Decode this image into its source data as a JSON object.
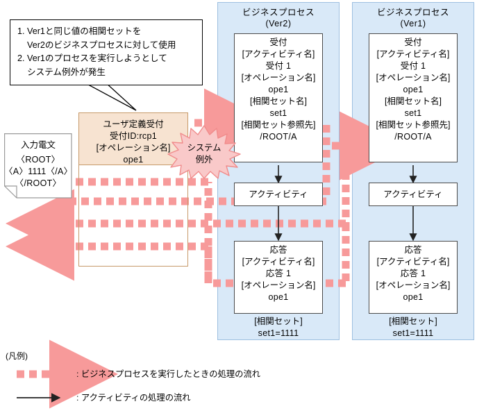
{
  "callout": {
    "name": "annotation-callout",
    "lines": [
      "1. Ver1と同じ値の相関セットを",
      "Ver2のビジネスプロセスに対して使用",
      "2. Ver1のプロセスを実行しようとして",
      "システム例外が発生"
    ]
  },
  "input_document": {
    "title": "入力電文",
    "lines": [
      "〈ROOT〉",
      "〈A〉1111〈/A〉",
      "〈/ROOT〉"
    ]
  },
  "user_defined": {
    "title": "ユーザ定義受付",
    "lines": [
      "受付ID:rcp1",
      "[オペレーション名]",
      "ope1"
    ]
  },
  "exception": {
    "label_line1": "システム",
    "label_line2": "例外",
    "fill": "#f9c9c9",
    "stroke": "#f08b8b"
  },
  "panels": [
    {
      "id": "ver2",
      "title_line1": "ビジネスプロセス",
      "title_line2": "(Ver2)",
      "reception": {
        "title": "受付",
        "lines": [
          "[アクティビティ名]",
          "受付 1",
          "[オペレーション名]",
          "ope1",
          "[相関セット名]",
          "set1",
          "[相関セット参照先]",
          "/ROOT/A"
        ]
      },
      "activity": {
        "title": "アクティビティ"
      },
      "response": {
        "title": "応答",
        "lines": [
          "[アクティビティ名]",
          "応答 1",
          "[オペレーション名]",
          "ope1"
        ]
      },
      "correlation": {
        "label": "[相関セット]",
        "value": "set1=1111"
      }
    },
    {
      "id": "ver1",
      "title_line1": "ビジネスプロセス",
      "title_line2": "(Ver1)",
      "reception": {
        "title": "受付",
        "lines": [
          "[アクティビティ名]",
          "受付 1",
          "[オペレーション名]",
          "ope1",
          "[相関セット名]",
          "set1",
          "[相関セット参照先]",
          "/ROOT/A"
        ]
      },
      "activity": {
        "title": "アクティビティ"
      },
      "response": {
        "title": "応答",
        "lines": [
          "[アクティビティ名]",
          "応答 1",
          "[オペレーション名]",
          "ope1"
        ]
      },
      "correlation": {
        "label": "[相関セット]",
        "value": "set1=1111"
      }
    }
  ],
  "legend": {
    "heading": "(凡例)",
    "items": [
      {
        "marker": "dashed-pink-arrow",
        "text": ": ビジネスプロセスを実行したときの処理の流れ"
      },
      {
        "marker": "solid-black-arrow",
        "text": ": アクティビティの処理の流れ"
      }
    ]
  },
  "colors": {
    "panel_bg": "#d9e9f8",
    "panel_border": "#9dbfe0",
    "flow_pink": "#f79a9a",
    "udef_bg": "#f7e3d1",
    "udef_border": "#c79a6a",
    "box_border": "#4a4a4a"
  }
}
